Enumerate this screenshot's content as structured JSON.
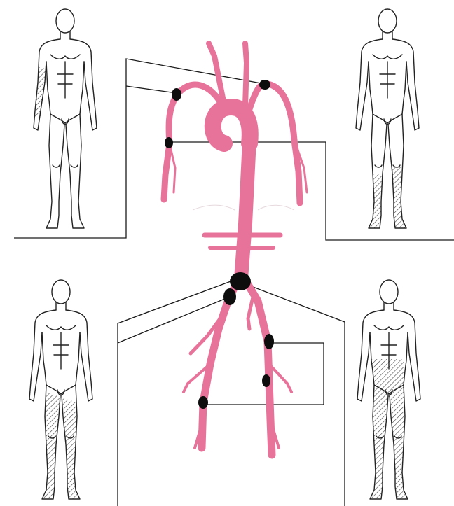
{
  "figure": {
    "artery_color": "#e8739a",
    "artery_highlight": "#f5a9c2",
    "occlusion_color": "#0d0d0d",
    "line_color": "#1a1a1a",
    "hatch_color": "#444444",
    "panels": [
      {
        "id": "upper-left",
        "affected_region": "right-forearm"
      },
      {
        "id": "upper-right",
        "affected_region": "lower-legs"
      },
      {
        "id": "lower-left",
        "affected_region": "both-legs-from-thigh"
      },
      {
        "id": "lower-right",
        "affected_region": "pelvis-and-both-legs"
      }
    ],
    "occlusion_sites": [
      "right-subclavian-artery",
      "right-brachial-artery",
      "left-subclavian-artery",
      "aortic-bifurcation",
      "right-common-iliac-artery",
      "left-external-iliac-artery",
      "left-common-femoral-artery",
      "right-femoral-artery"
    ]
  }
}
